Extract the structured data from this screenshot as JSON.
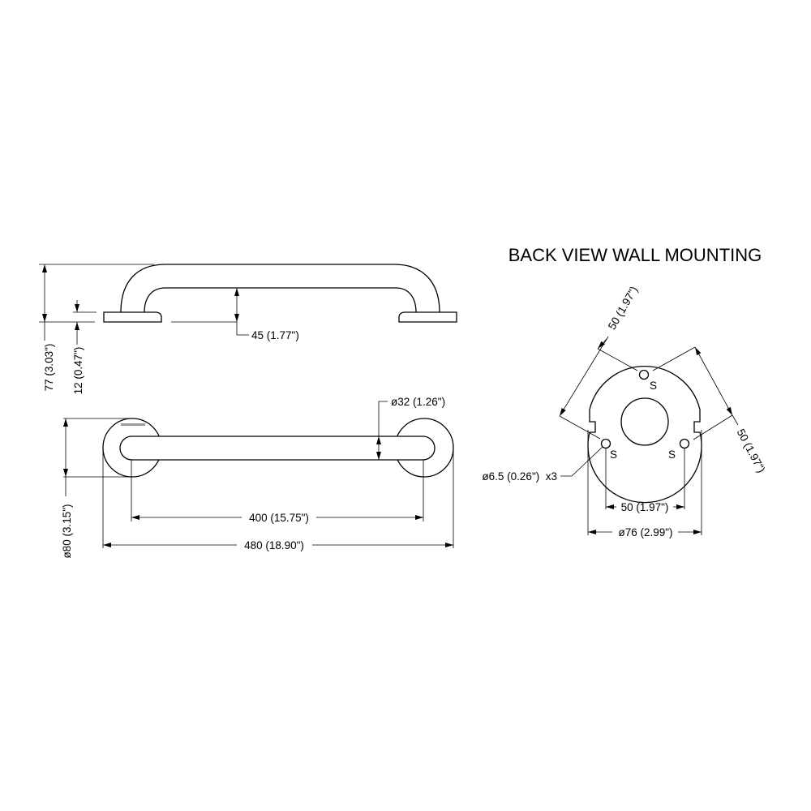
{
  "title": "BACK VIEW WALL MOUNTING",
  "side_view": {
    "height_total": "77 (3.03\")",
    "plate_thickness": "12 (0.47\")",
    "clearance": "45 (1.77\")"
  },
  "top_view": {
    "tube_diameter": "ø32 (1.26\")",
    "flange_diameter": "ø80 (3.15\")",
    "center_distance": "400 (15.75\")",
    "overall_length": "480 (18.90\")"
  },
  "back_view": {
    "angled_dim_left": "50 (1.97\")",
    "angled_dim_right": "50 (1.97\")",
    "hole_spacing": "50 (1.97\")",
    "plate_diameter": "ø76 (2.99\")",
    "hole_diameter": "ø6.5 (0.26\")  x3",
    "screw_label_top": "S",
    "screw_label_left": "S",
    "screw_label_right": "S"
  },
  "colors": {
    "line": "#000000",
    "background": "#ffffff"
  }
}
